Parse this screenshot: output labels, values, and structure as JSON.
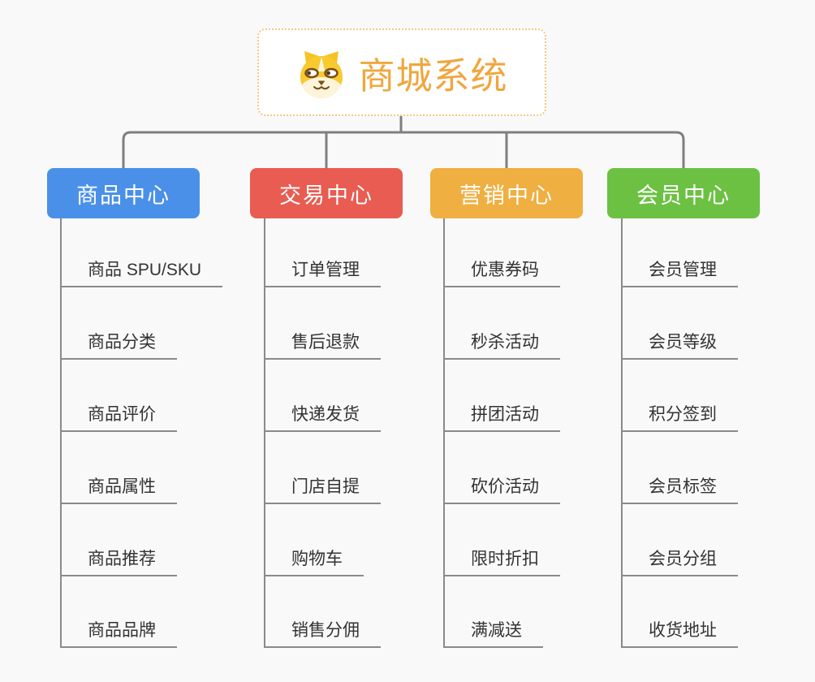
{
  "root": {
    "title": "商城系统",
    "icon": "dog-icon"
  },
  "branches": [
    {
      "label": "商品中心",
      "color": "#4a90e8",
      "children": [
        "商品 SPU/SKU",
        "商品分类",
        "商品评价",
        "商品属性",
        "商品推荐",
        "商品品牌"
      ]
    },
    {
      "label": "交易中心",
      "color": "#e85c52",
      "children": [
        "订单管理",
        "售后退款",
        "快递发货",
        "门店自提",
        "购物车",
        "销售分佣"
      ]
    },
    {
      "label": "营销中心",
      "color": "#efaf41",
      "children": [
        "优惠券码",
        "秒杀活动",
        "拼团活动",
        "砍价活动",
        "限时折扣",
        "满减送"
      ]
    },
    {
      "label": "会员中心",
      "color": "#6cc143",
      "children": [
        "会员管理",
        "会员等级",
        "积分签到",
        "会员标签",
        "会员分组",
        "收货地址"
      ]
    }
  ],
  "colors": {
    "background": "#f9f9f9",
    "root_border": "#f3c87f",
    "root_title": "#f0a63e",
    "connector": "#7f7f7f",
    "leaf_line": "#8a8a8a",
    "leaf_text": "#333333"
  }
}
